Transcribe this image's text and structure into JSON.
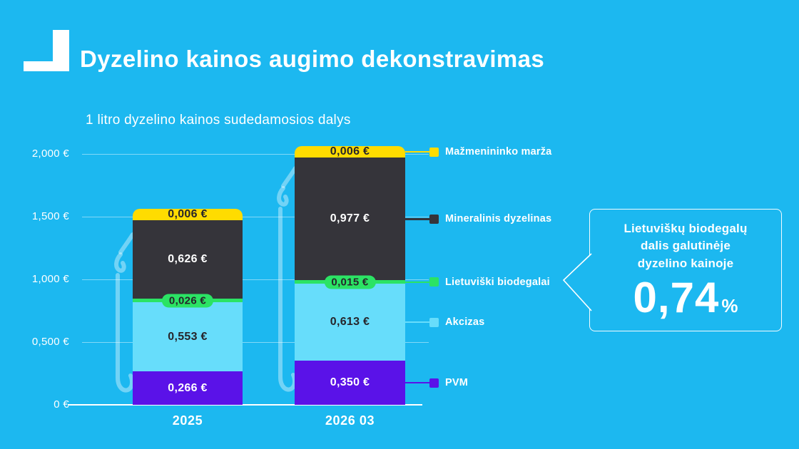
{
  "page": {
    "title": "Dyzelino kainos augimo dekonstravimas"
  },
  "colors": {
    "background": "#1CB8F0",
    "marza": "#FFDC00",
    "mineralinis": "#35343A",
    "biodegalai": "#2BE364",
    "akcizas": "#67DDFB",
    "pvm": "#5A12E8",
    "axis": "#FFFFFF",
    "dark_text": "#26252B"
  },
  "chart_data": {
    "type": "bar",
    "stacked": true,
    "title": "1 litro dyzelino kainos sudedamosios dalys",
    "categories": [
      "2025",
      "2026 03"
    ],
    "series": [
      {
        "key": "marza",
        "name": "Mažmenininko marža",
        "color": "#FFDC00",
        "text_color": "#26252B",
        "values": [
          0.006,
          0.006
        ],
        "labels": [
          "0,006 €",
          "0,006 €"
        ]
      },
      {
        "key": "mineralinis",
        "name": "Mineralinis dyzelinas",
        "color": "#35343A",
        "text_color": "#FFFFFF",
        "values": [
          0.626,
          0.977
        ],
        "labels": [
          "0,626 €",
          "0,977 €"
        ]
      },
      {
        "key": "biodegalai",
        "name": "Lietuviški biodegalai",
        "color": "#2BE364",
        "text_color": "#26252B",
        "values": [
          0.026,
          0.015
        ],
        "labels": [
          "0,026 €",
          "0,015 €"
        ],
        "label_pill": true
      },
      {
        "key": "akcizas",
        "name": "Akcizas",
        "color": "#67DDFB",
        "text_color": "#26252B",
        "values": [
          0.553,
          0.613
        ],
        "labels": [
          "0,553 €",
          "0,613 €"
        ]
      },
      {
        "key": "pvm",
        "name": "PVM",
        "color": "#5A12E8",
        "text_color": "#FFFFFF",
        "values": [
          0.266,
          0.35
        ],
        "labels": [
          "0,266 €",
          "0,350 €"
        ]
      }
    ],
    "totals": [
      1.477,
      1.961
    ],
    "y_ticks": [
      {
        "label": "2,000 €",
        "value": 2.0
      },
      {
        "label": "1,500 €",
        "value": 1.5
      },
      {
        "label": "1,000 €",
        "value": 1.0
      },
      {
        "label": "0,500 €",
        "value": 0.5
      },
      {
        "label": "0 €",
        "value": 0.0
      }
    ],
    "ylim": [
      0,
      2.0
    ],
    "grid": "horizontal",
    "legend_position": "right"
  },
  "callout": {
    "lines": [
      "Lietuviškų biodegalų",
      "dalis galutinėje",
      "dyzelino kainoje"
    ],
    "value": "0,74",
    "unit": "%"
  },
  "icons": {
    "logo": "corner-bracket-logo",
    "decorations": "fuel-nozzle-icon"
  }
}
